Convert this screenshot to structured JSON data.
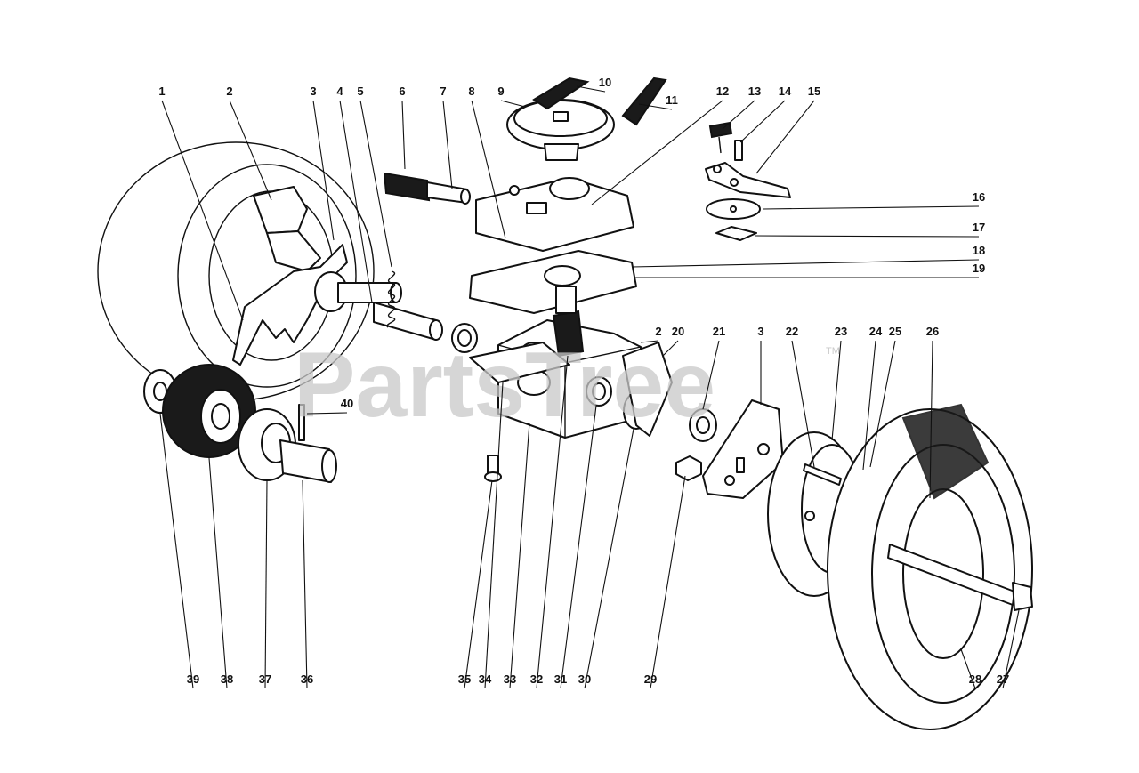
{
  "watermark": {
    "brand": "PartsTree",
    "trademark": "TM",
    "color": "#c9c9c9"
  },
  "callouts": [
    {
      "id": "c1",
      "label": "1"
    },
    {
      "id": "c2a",
      "label": "2"
    },
    {
      "id": "c3a",
      "label": "3"
    },
    {
      "id": "c4",
      "label": "4"
    },
    {
      "id": "c5",
      "label": "5"
    },
    {
      "id": "c6",
      "label": "6"
    },
    {
      "id": "c7",
      "label": "7"
    },
    {
      "id": "c8",
      "label": "8"
    },
    {
      "id": "c9",
      "label": "9"
    },
    {
      "id": "c10",
      "label": "10"
    },
    {
      "id": "c11",
      "label": "11"
    },
    {
      "id": "c12",
      "label": "12"
    },
    {
      "id": "c13",
      "label": "13"
    },
    {
      "id": "c14",
      "label": "14"
    },
    {
      "id": "c15",
      "label": "15"
    },
    {
      "id": "c16",
      "label": "16"
    },
    {
      "id": "c17",
      "label": "17"
    },
    {
      "id": "c18",
      "label": "18"
    },
    {
      "id": "c19",
      "label": "19"
    },
    {
      "id": "c2b",
      "label": "2"
    },
    {
      "id": "c20",
      "label": "20"
    },
    {
      "id": "c21",
      "label": "21"
    },
    {
      "id": "c3b",
      "label": "3"
    },
    {
      "id": "c22",
      "label": "22"
    },
    {
      "id": "c23",
      "label": "23"
    },
    {
      "id": "c24",
      "label": "24"
    },
    {
      "id": "c25",
      "label": "25"
    },
    {
      "id": "c26",
      "label": "26"
    },
    {
      "id": "c40",
      "label": "40"
    },
    {
      "id": "c39",
      "label": "39"
    },
    {
      "id": "c38",
      "label": "38"
    },
    {
      "id": "c37",
      "label": "37"
    },
    {
      "id": "c36",
      "label": "36"
    },
    {
      "id": "c35",
      "label": "35"
    },
    {
      "id": "c34",
      "label": "34"
    },
    {
      "id": "c33",
      "label": "33"
    },
    {
      "id": "c32",
      "label": "32"
    },
    {
      "id": "c31",
      "label": "31"
    },
    {
      "id": "c30",
      "label": "30"
    },
    {
      "id": "c29",
      "label": "29"
    },
    {
      "id": "c28",
      "label": "28"
    },
    {
      "id": "c27",
      "label": "27"
    }
  ]
}
